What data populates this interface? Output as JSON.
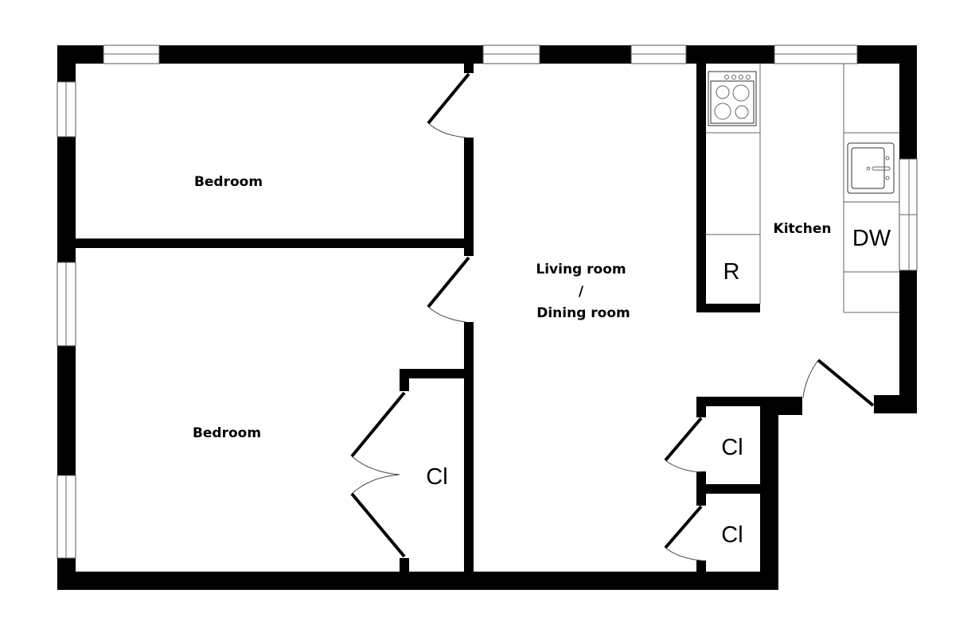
{
  "rooms": {
    "bedroom_top": "Bedroom",
    "bedroom_bottom": "Bedroom",
    "living_line1": "Living room",
    "living_line2": "/",
    "living_line3": "Dining room",
    "kitchen": "Kitchen"
  },
  "fixtures": {
    "refrigerator": "R",
    "dishwasher": "DW",
    "closet_bedroom": "Cl",
    "closet_upper": "Cl",
    "closet_lower": "Cl"
  },
  "colors": {
    "wall": "#000000",
    "background": "#ffffff"
  }
}
